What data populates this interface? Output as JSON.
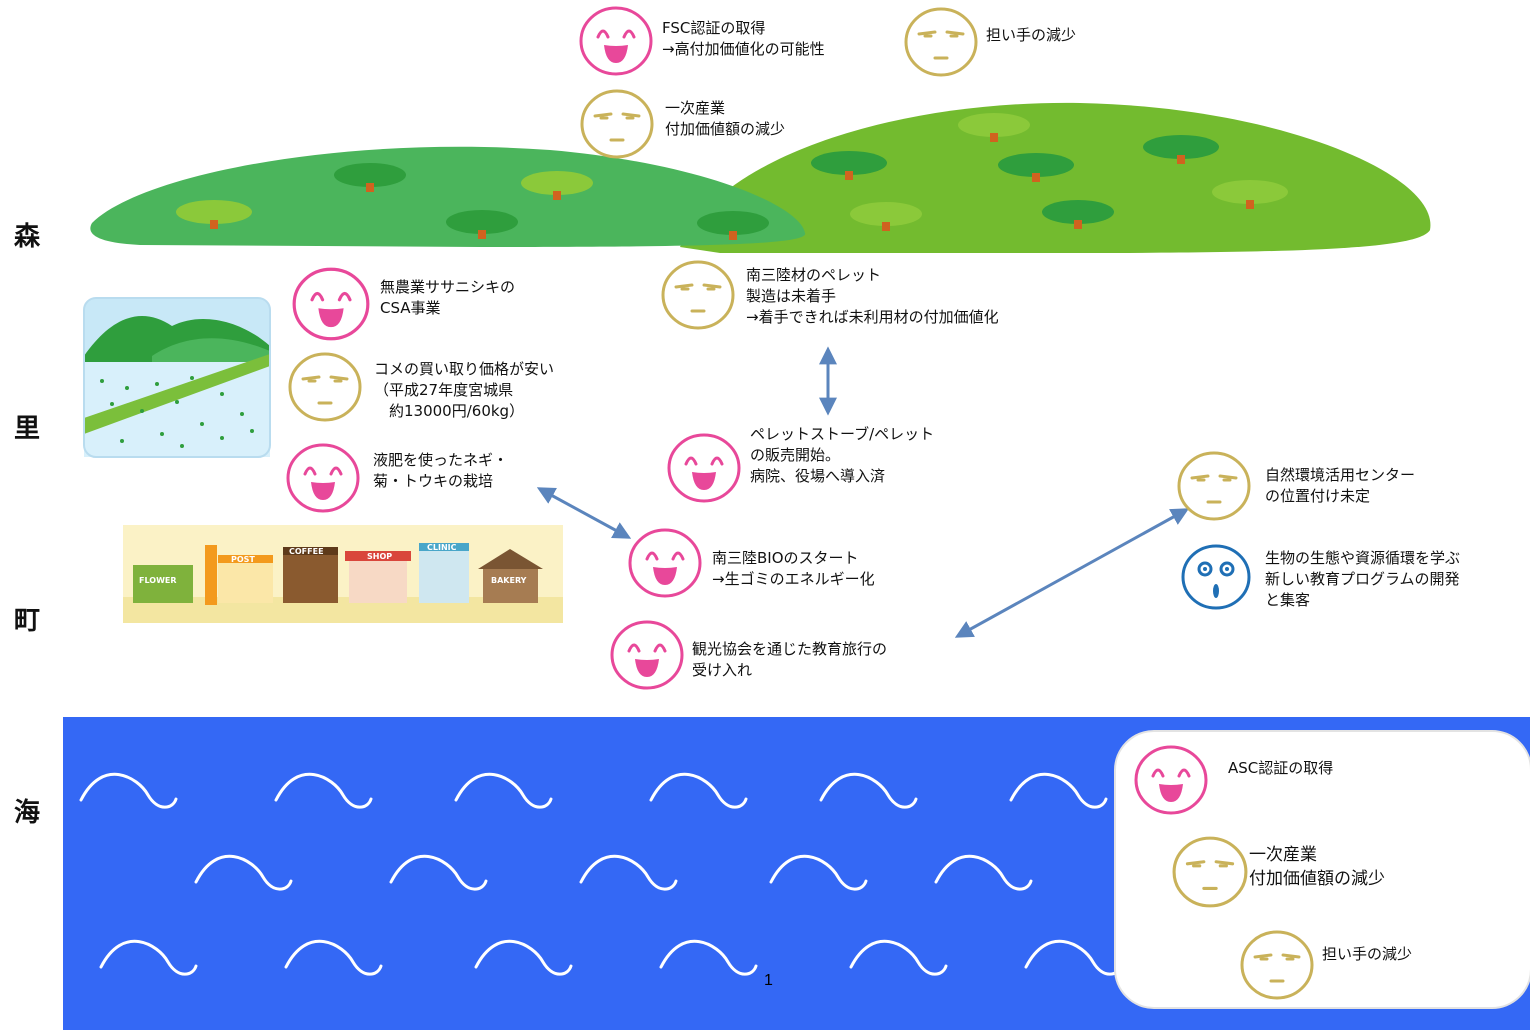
{
  "rows": {
    "mori": "森",
    "sato": "里",
    "machi": "町",
    "umi": "海"
  },
  "forest": {
    "fsc": [
      "FSC認証の取得",
      "→高付加価値化の可能性"
    ],
    "ninaite": "担い手の減少",
    "ichiji": [
      "一次産業",
      "付加価値額の減少"
    ],
    "pellet": [
      "南三陸材のペレット",
      "製造は未着手",
      "→着手できれば未利用材の付加価値化"
    ]
  },
  "village": {
    "csa": [
      "無農業ササニシキの",
      "CSA事業"
    ],
    "rice": [
      "コメの買い取り価格が安い",
      "（平成27年度宮城県",
      "　約13000円/60kg）"
    ],
    "negi": [
      "液肥を使ったネギ・",
      "菊・トウキの栽培"
    ],
    "stove": [
      "ペレットストーブ/ペレット",
      "の販売開始。",
      "病院、役場へ導入済"
    ]
  },
  "town": {
    "shop_signs": [
      "FLOWER",
      "POST",
      "COFFEE",
      "SHOP",
      "CLINIC",
      "BAKERY"
    ],
    "bio": [
      "南三陸BIOのスタート",
      "→生ゴミのエネルギー化"
    ],
    "tourism": [
      "観光協会を通じた教育旅行の",
      "受け入れ"
    ],
    "center": [
      "自然環境活用センター",
      "の位置付け未定"
    ],
    "education": [
      "生物の生態や資源循環を学ぶ",
      "新しい教育プログラムの開発",
      "と集客"
    ]
  },
  "sea": {
    "asc": "ASC認証の取得",
    "ichiji": [
      "一次産業",
      "付加価値額の減少"
    ],
    "ninaite": "担い手の減少"
  },
  "page_number": "1",
  "colors": {
    "happy": "#e8489a",
    "neutral": "#c9b25a",
    "surprised": "#1f6fb5",
    "sea": "#3468f5",
    "hill_dark": "#4bb55c",
    "hill_light": "#73bb2f",
    "arrow": "#5b85bd"
  }
}
